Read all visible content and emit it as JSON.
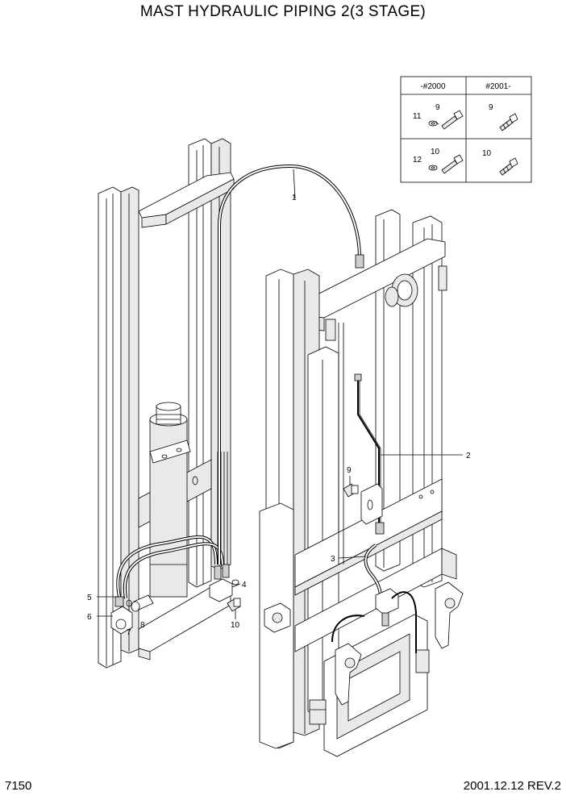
{
  "title": "MAST HYDRAULIC PIPING 2(3 STAGE)",
  "page_number": "7150",
  "revision": "2001.12.12 REV.2",
  "variant_table": {
    "headers": [
      "-#2000",
      "#2001-"
    ],
    "rows": [
      {
        "left_labels": [
          "11",
          "9"
        ],
        "right_labels": [
          "9"
        ]
      },
      {
        "left_labels": [
          "12",
          "10"
        ],
        "right_labels": [
          "10"
        ]
      }
    ]
  },
  "callouts": [
    "1",
    "2",
    "3",
    "4",
    "5",
    "6",
    "7",
    "8",
    "9",
    "10"
  ]
}
